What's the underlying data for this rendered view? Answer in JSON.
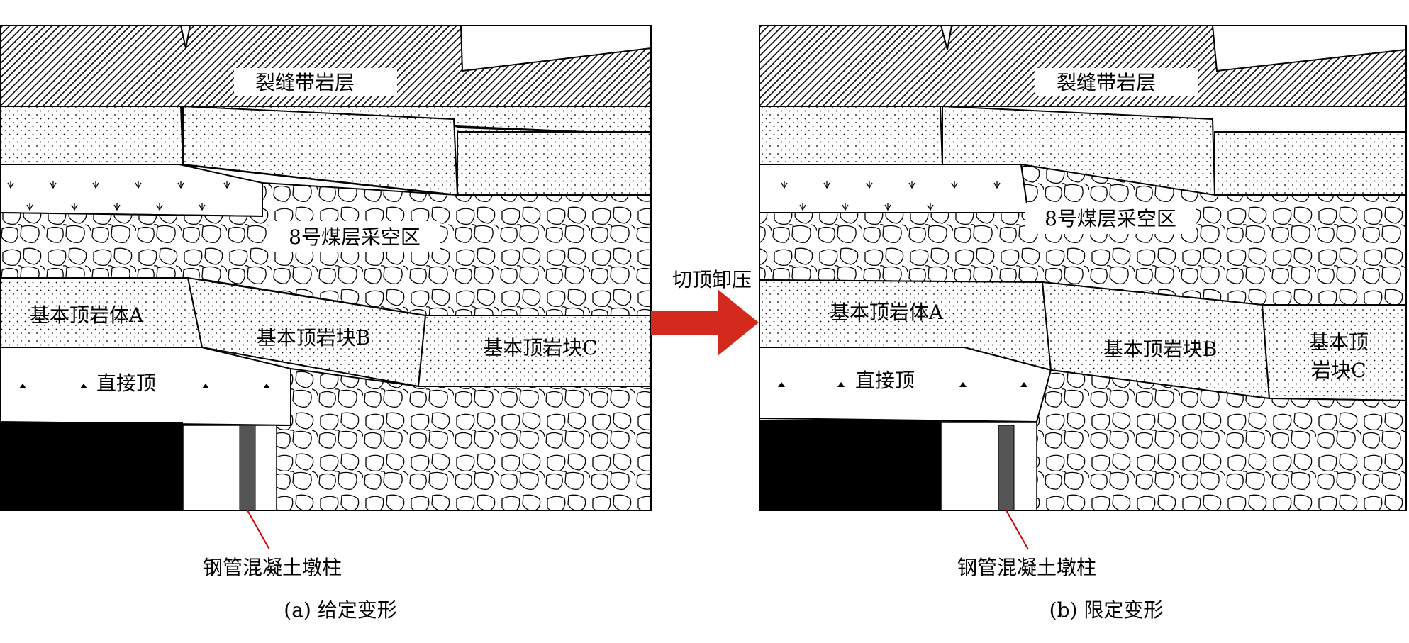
{
  "panel_a": {
    "layer_fractured_zone": "裂缝带岩层",
    "goaf_no8_seam": "8号煤层采空区",
    "main_roof_body_a": "基本顶岩体A",
    "main_roof_block_b": "基本顶岩块B",
    "main_roof_block_c": "基本顶岩块C",
    "immediate_roof": "直接顶",
    "pillar_callout": "钢管混凝土墩柱",
    "caption": "(a) 给定变形"
  },
  "panel_b": {
    "layer_fractured_zone": "裂缝带岩层",
    "goaf_no8_seam": "8号煤层采空区",
    "main_roof_body_a": "基本顶岩体A",
    "main_roof_block_b": "基本顶岩块B",
    "main_roof_block_c_line1": "基本顶",
    "main_roof_block_c_line2": "岩块C",
    "immediate_roof": "直接顶",
    "pillar_callout": "钢管混凝土墩柱",
    "caption": "(b) 限定变形"
  },
  "transition": {
    "label": "切顶卸压",
    "arrow_color": "#d42a1e"
  },
  "colors": {
    "ink": "#000000",
    "coal": "#000000",
    "pillar": "#555555",
    "callout_line": "#cc0000"
  }
}
